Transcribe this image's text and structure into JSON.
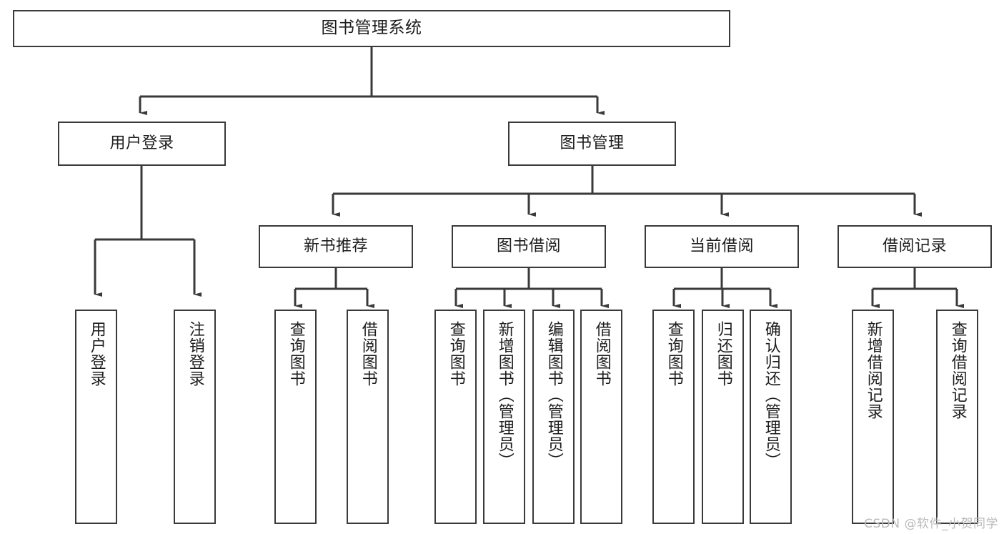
{
  "diagram": {
    "title": "图书管理系统",
    "watermark": "CSDN @软件_小贺同学",
    "colors": {
      "stroke": "#3a3a3a",
      "fill": "#ffffff",
      "text": "#1d1d1d",
      "watermark": "#b9b9b9"
    },
    "root": {
      "label": "图书管理系统"
    },
    "level1": [
      {
        "label": "用户登录"
      },
      {
        "label": "图书管理"
      }
    ],
    "level2": [
      {
        "label": "新书推荐"
      },
      {
        "label": "图书借阅"
      },
      {
        "label": "当前借阅"
      },
      {
        "label": "借阅记录"
      }
    ],
    "leaves": {
      "user_login": [
        {
          "label": "用户登录"
        },
        {
          "label": "注销登录"
        }
      ],
      "new_book": [
        {
          "label": "查询图书"
        },
        {
          "label": "借阅图书"
        }
      ],
      "borrow_book": [
        {
          "label": "查询图书"
        },
        {
          "label": "新增图书（管理员）"
        },
        {
          "label": "编辑图书（管理员）"
        },
        {
          "label": "借阅图书"
        }
      ],
      "current_borrow": [
        {
          "label": "查询图书"
        },
        {
          "label": "归还图书"
        },
        {
          "label": "确认归还（管理员）"
        }
      ],
      "borrow_record": [
        {
          "label": "新增借阅记录"
        },
        {
          "label": "查询借阅记录"
        }
      ]
    }
  }
}
